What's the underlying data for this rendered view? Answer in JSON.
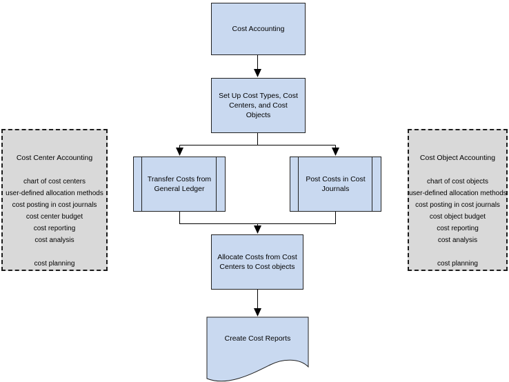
{
  "flowchart": {
    "nodes": {
      "cost_accounting": "Cost Accounting",
      "setup": "Set Up Cost Types, Cost Centers, and Cost Objects",
      "transfer": "Transfer Costs from General Ledger",
      "post": "Post Costs in Cost Journals",
      "allocate": "Allocate Costs from Cost Centers to Cost objects",
      "reports": "Create Cost Reports"
    }
  },
  "panels": {
    "left": {
      "title": "Cost Center Accounting",
      "items": [
        "chart of cost centers",
        "user-defined allocation methods",
        "cost posting in cost journals",
        "cost center budget",
        "cost reporting",
        "cost analysis"
      ],
      "footer": "cost planning"
    },
    "right": {
      "title": "Cost Object Accounting",
      "items": [
        "chart of cost objects",
        "user-defined allocation methods",
        "cost posting in cost journals",
        "cost object budget",
        "cost reporting",
        "cost analysis"
      ],
      "footer": "cost planning"
    }
  },
  "colors": {
    "node_fill": "#c9d9f0",
    "node_border": "#1f1f1f",
    "panel_fill": "#d9d9d9",
    "panel_border": "#1a1a1a",
    "connector": "#000000"
  }
}
